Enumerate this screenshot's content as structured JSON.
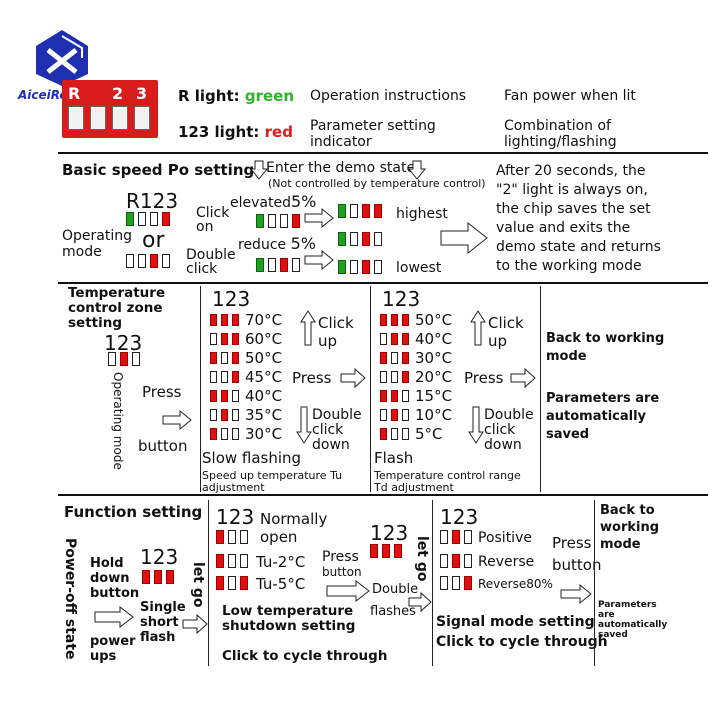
{
  "brand": {
    "text": "AiceiRebo"
  },
  "module": {
    "digits": [
      "R",
      "2",
      "3"
    ]
  },
  "legend": {
    "r_light_label": "R light: ",
    "r_light_color": "green",
    "l123_light_label": "123 light: ",
    "l123_light_color": "red",
    "operation_instructions": "Operation instructions",
    "parameter_setting_1": "Parameter setting",
    "parameter_setting_2": "indicator",
    "fan_power": "Fan power when lit",
    "combination_1": "Combination of",
    "combination_2": "lighting/flashing"
  },
  "speed": {
    "title": "Basic speed Po setting",
    "demo": "Enter the demo state",
    "demo_note": "(Not controlled by temperature control)",
    "r123": "R123",
    "operating_1": "Operating",
    "operating_2": "mode",
    "or": "or",
    "click_1": "Click",
    "click_2": "on",
    "double_1": "Double",
    "double_2": "click",
    "elevated": "elevated",
    "elevated_pct": "5%",
    "reduce": "reduce",
    "reduce_pct": "5%",
    "highest": "highest",
    "lowest": "lowest",
    "note": [
      "After 20 seconds, the",
      "\"2\" light is always on,",
      "the chip saves the set",
      "value and exits the",
      "demo state and returns",
      "to the working mode"
    ]
  },
  "temp": {
    "title_1": "Temperature",
    "title_2": "control zone",
    "title_3": "setting",
    "l123": "123",
    "operating_mode": "Operating mode",
    "press": "Press",
    "button": "button",
    "tu_values": [
      "70°C",
      "60°C",
      "50°C",
      "45°C",
      "40°C",
      "35°C",
      "30°C"
    ],
    "td_values": [
      "50°C",
      "40°C",
      "30°C",
      "20°C",
      "15°C",
      "10°C",
      "5°C"
    ],
    "click": "Click",
    "up": "up",
    "press2": "Press",
    "double": "Double",
    "click2": "click",
    "down": "down",
    "slow_flashing": "Slow flashing",
    "tu_caption_1": "Speed up temperature Tu",
    "tu_caption_2": "adjustment",
    "flash": "Flash",
    "td_caption_1": "Temperature control range",
    "td_caption_2": "Td adjustment",
    "back_1": "Back to working",
    "back_2": "mode",
    "params_1": "Parameters are",
    "params_2": "automatically",
    "params_3": "saved"
  },
  "func": {
    "title": "Function setting",
    "power_off": "Power-off state",
    "hold_1": "Hold",
    "hold_2": "down",
    "hold_3": "button",
    "l123": "123",
    "let_go": "let go",
    "single_1": "Single",
    "single_2": "short",
    "single_3": "flash",
    "power_1": "power",
    "power_2": "ups",
    "normally_1": "Normally",
    "normally_2": "open",
    "tu2": "Tu-2°C",
    "tu5": "Tu-5°C",
    "press": "Press",
    "button": "button",
    "double": "Double",
    "flashes": "flashes",
    "low_temp_1": "Low temperature",
    "low_temp_2": "shutdown setting",
    "click_cycle": "Click to cycle through",
    "positive": "Positive",
    "reverse": "Reverse",
    "reverse80": "Reverse80%",
    "signal_mode": "Signal mode setting",
    "click_cycle2": "Click to cycle through",
    "press2": "Press",
    "button2": "button",
    "back_1": "Back to",
    "back_2": "working",
    "back_3": "mode",
    "params_1": "Parameters",
    "params_2": "are",
    "params_3": "automatically",
    "params_4": "saved"
  },
  "colors": {
    "red": "#e01010",
    "green": "#1fa01f",
    "logo_blue": "#1e2fb0"
  }
}
